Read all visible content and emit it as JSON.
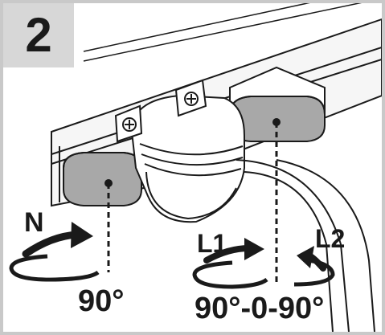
{
  "step": {
    "number": "2"
  },
  "labels": {
    "neutral": "N",
    "left_angle": "90°",
    "line1": "L1",
    "line2": "L2",
    "right_range": "90°-0-90°"
  },
  "colors": {
    "ink": "#1a1a1a",
    "connector_fill": "#a8a8a8",
    "track_fill": "#f6f6f6",
    "step_box": "#d7d7d7",
    "frame": "#c9c9c9"
  }
}
